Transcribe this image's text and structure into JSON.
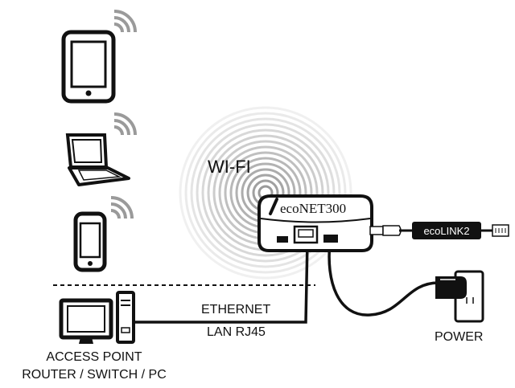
{
  "labels": {
    "wifi": "WI-FI",
    "device": "ecoNET300",
    "adapter": "ecoLINK2",
    "ethernet": "ETHERNET",
    "lan": "LAN RJ45",
    "power": "POWER",
    "access_point_line1": "ACCESS POINT",
    "access_point_line2": "ROUTER / SWITCH / PC"
  },
  "colors": {
    "ink": "#111111",
    "wave": "#9a9a9a",
    "device_body": "#ffffff"
  },
  "icons": {
    "tablet": "tablet-icon",
    "laptop": "laptop-icon",
    "phone": "smartphone-icon",
    "desktop": "desktop-pc-icon",
    "wall_socket": "power-socket-icon"
  }
}
